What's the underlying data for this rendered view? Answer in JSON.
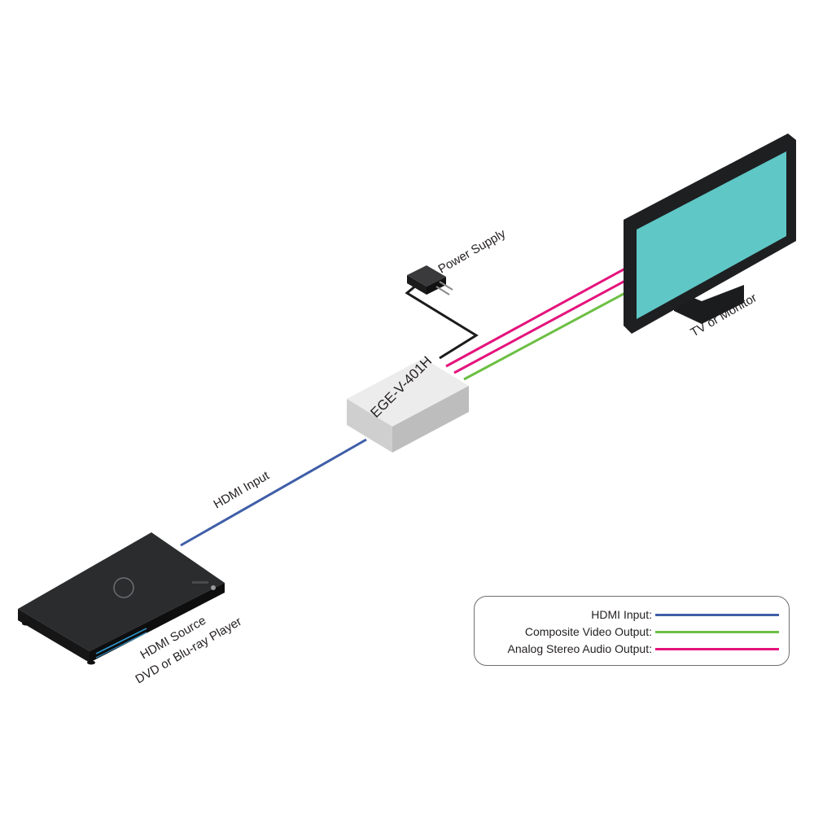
{
  "devices": {
    "source_label_line1": "HDMI Source",
    "source_label_line2": "DVD or Blu-ray Player",
    "converter_label": "EGE-V-401H",
    "power_label": "Power Supply",
    "display_label": "TV or Monitor"
  },
  "connections": {
    "hdmi_label": "HDMI Input"
  },
  "legend": {
    "items": [
      {
        "label": "HDMI Input:",
        "color": "#3f5ea8"
      },
      {
        "label": "Composite Video Output:",
        "color": "#6cbf43"
      },
      {
        "label": "Analog Stereo Audio Output:",
        "color": "#e4137c"
      }
    ]
  },
  "colors": {
    "hdmi": "#3f5ea8",
    "composite": "#6cbf43",
    "audio": "#e4137c",
    "screen": "#5fc7c6",
    "device_dark": "#1e1f21",
    "converter": "#d6d6d6"
  }
}
